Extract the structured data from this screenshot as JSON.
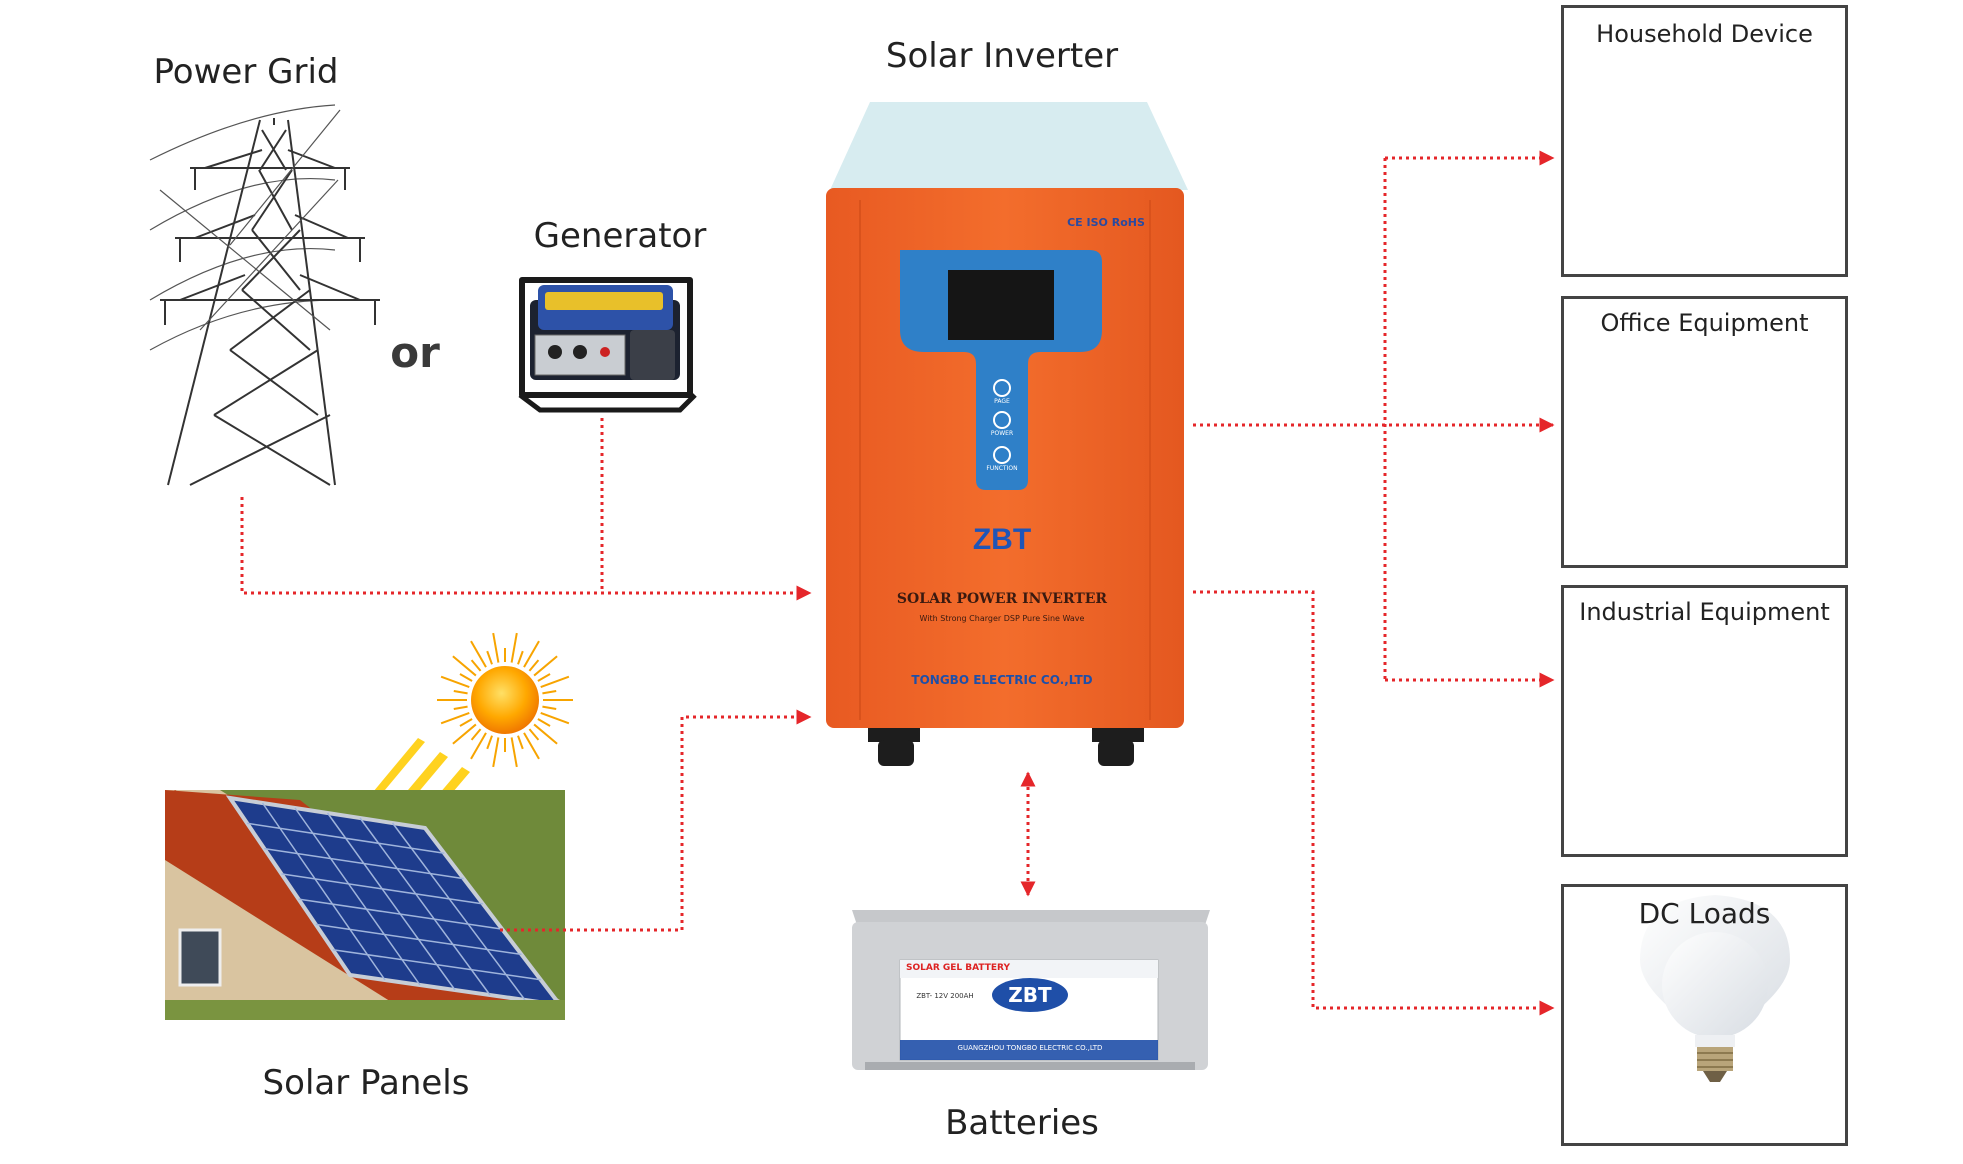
{
  "sources": {
    "power_grid": "Power Grid",
    "or_word": "or",
    "generator": "Generator",
    "solar_panels": "Solar Panels"
  },
  "inverter": {
    "title": "Solar Inverter",
    "brand": "ZBT",
    "product_name": "SOLAR POWER INVERTER",
    "tagline": "With Strong Charger DSP Pure Sine Wave",
    "company": "TONGBO ELECTRIC CO.,LTD",
    "certs": "CE ISO RoHS",
    "btn_labels": [
      "PAGE",
      "POWER",
      "FUNCTION"
    ]
  },
  "batteries": {
    "label": "Batteries",
    "header": "SOLAR GEL BATTERY",
    "brand": "ZBT",
    "model": "ZBT- 12V 200AH",
    "company": "GUANGZHOU TONGBO ELECTRIC CO.,LTD"
  },
  "loads": [
    {
      "title": "Household Device"
    },
    {
      "title": "Office Equipment"
    },
    {
      "title": "Industrial Equipment"
    },
    {
      "title": "DC Loads"
    }
  ],
  "colors": {
    "arrow": "#e5262a",
    "inverter_body": "#f0662a",
    "inverter_panel": "#2f80c8",
    "text": "#222222"
  },
  "icons": [
    "transmission-tower-icon",
    "generator-icon",
    "sun-icon",
    "solar-roof-icon",
    "battery-icon",
    "light-bulb-icon"
  ]
}
